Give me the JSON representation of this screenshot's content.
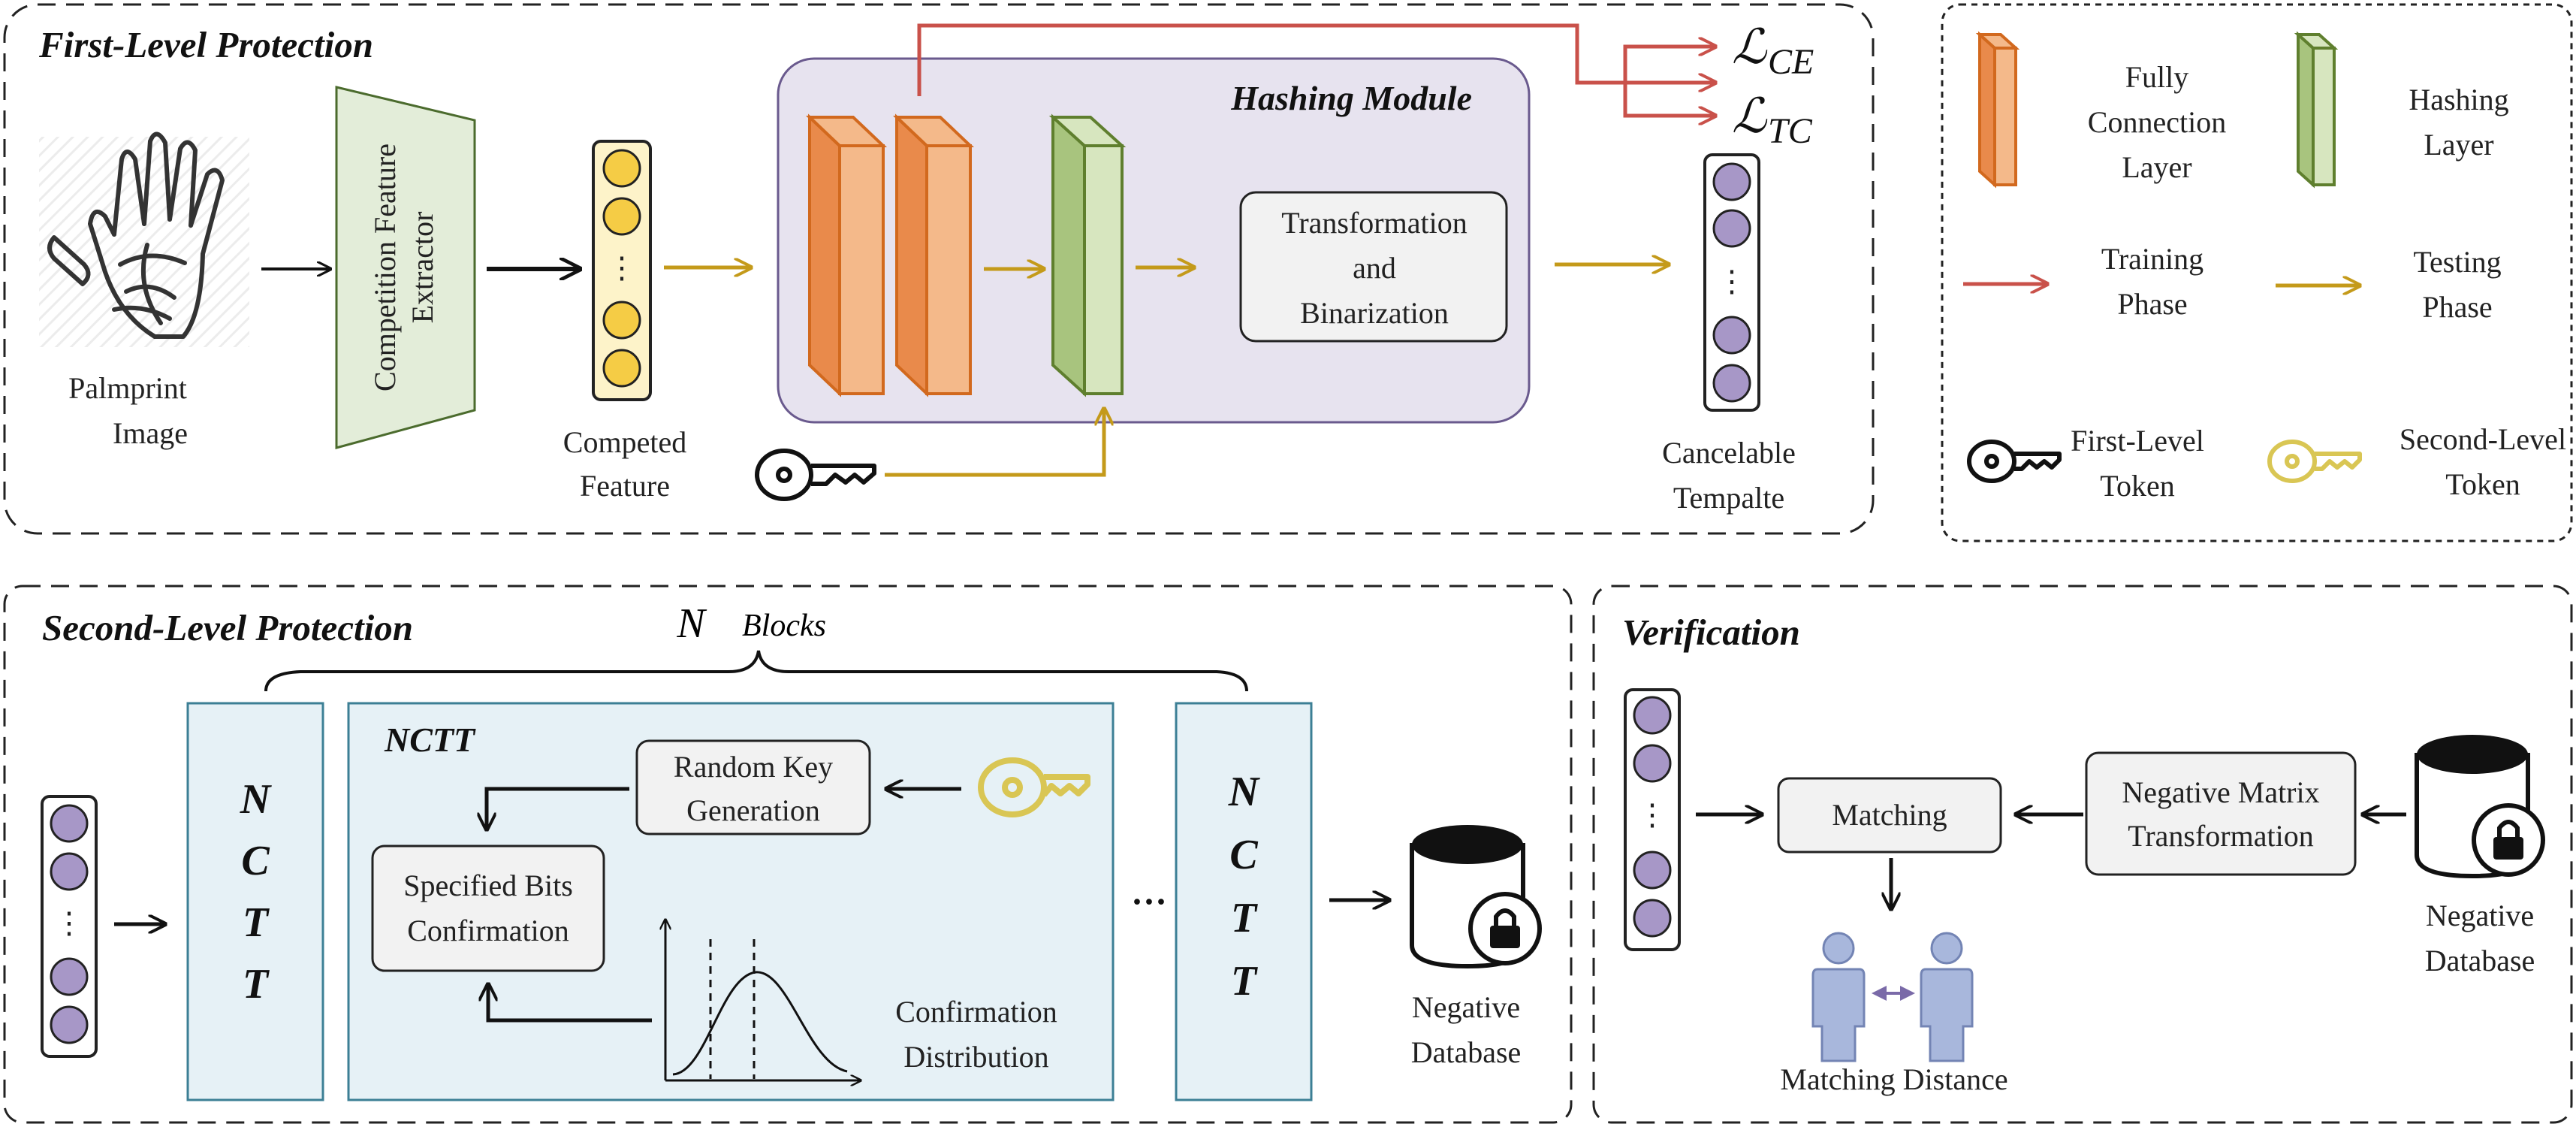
{
  "colors": {
    "training": "#c9514a",
    "testing": "#c49a1a",
    "fc_front": "#f4b98a",
    "fc_side": "#e98a4b",
    "fc_stroke": "#d2691e",
    "hash_front": "#d7e6bf",
    "hash_side": "#a8c47e",
    "hash_stroke": "#5f7f2e",
    "hashing_module_bg": "#e7e3ef",
    "hashing_module_stroke": "#6a5a8e",
    "feature_dot": "#f5cc45",
    "feature_bg": "#fdf3c9",
    "template_dot": "#a797c7",
    "nctt_bg": "#e6f1f6",
    "nctt_stroke": "#3c7f95",
    "extractor_fill": "#e3edd9",
    "key_second": "#d9c654"
  },
  "first_level": {
    "title": "First-Level Protection",
    "palmprint_label": [
      "Palmprint",
      "Image"
    ],
    "extractor_label": [
      "Competition Feature",
      "Extractor"
    ],
    "competed_label": [
      "Competed",
      "Feature"
    ],
    "hashing_module_title": "Hashing Module",
    "transform_box": [
      "Transformation",
      "and",
      "Binarization"
    ],
    "loss_ce": "ℒ",
    "loss_ce_sub": "CE",
    "loss_tc": "ℒ",
    "loss_tc_sub": "TC",
    "template_label": [
      "Cancelable",
      "Tempalte"
    ],
    "ellipsis": "⋮"
  },
  "legend": {
    "fc_label": [
      "Fully",
      "Connection",
      "Layer"
    ],
    "hash_label": [
      "Hashing",
      "Layer"
    ],
    "training_label": [
      "Training",
      "Phase"
    ],
    "testing_label": [
      "Testing",
      "Phase"
    ],
    "first_token_label": [
      "First-Level",
      "Token"
    ],
    "second_token_label": [
      "Second-Level",
      "Token"
    ]
  },
  "second_level": {
    "title": "Second-Level Protection",
    "n_blocks_n": "N",
    "n_blocks_word": "Blocks",
    "nctt_letters": [
      "N",
      "C",
      "T",
      "T"
    ],
    "nctt_title": "NCTT",
    "random_key_box": [
      "Random Key",
      "Generation"
    ],
    "specified_bits_box": [
      "Specified Bits",
      "Confirmation"
    ],
    "confirmation_label": [
      "Confirmation",
      "Distribution"
    ],
    "dots": "···",
    "negative_db_label": [
      "Negative",
      "Database"
    ],
    "ellipsis": "⋮"
  },
  "verification": {
    "title": "Verification",
    "matching_box": "Matching",
    "neg_matrix_box": [
      "Negative Matrix",
      "Transformation"
    ],
    "negative_db_label": [
      "Negative",
      "Database"
    ],
    "matching_distance_label": "Matching Distance",
    "ellipsis": "⋮"
  }
}
